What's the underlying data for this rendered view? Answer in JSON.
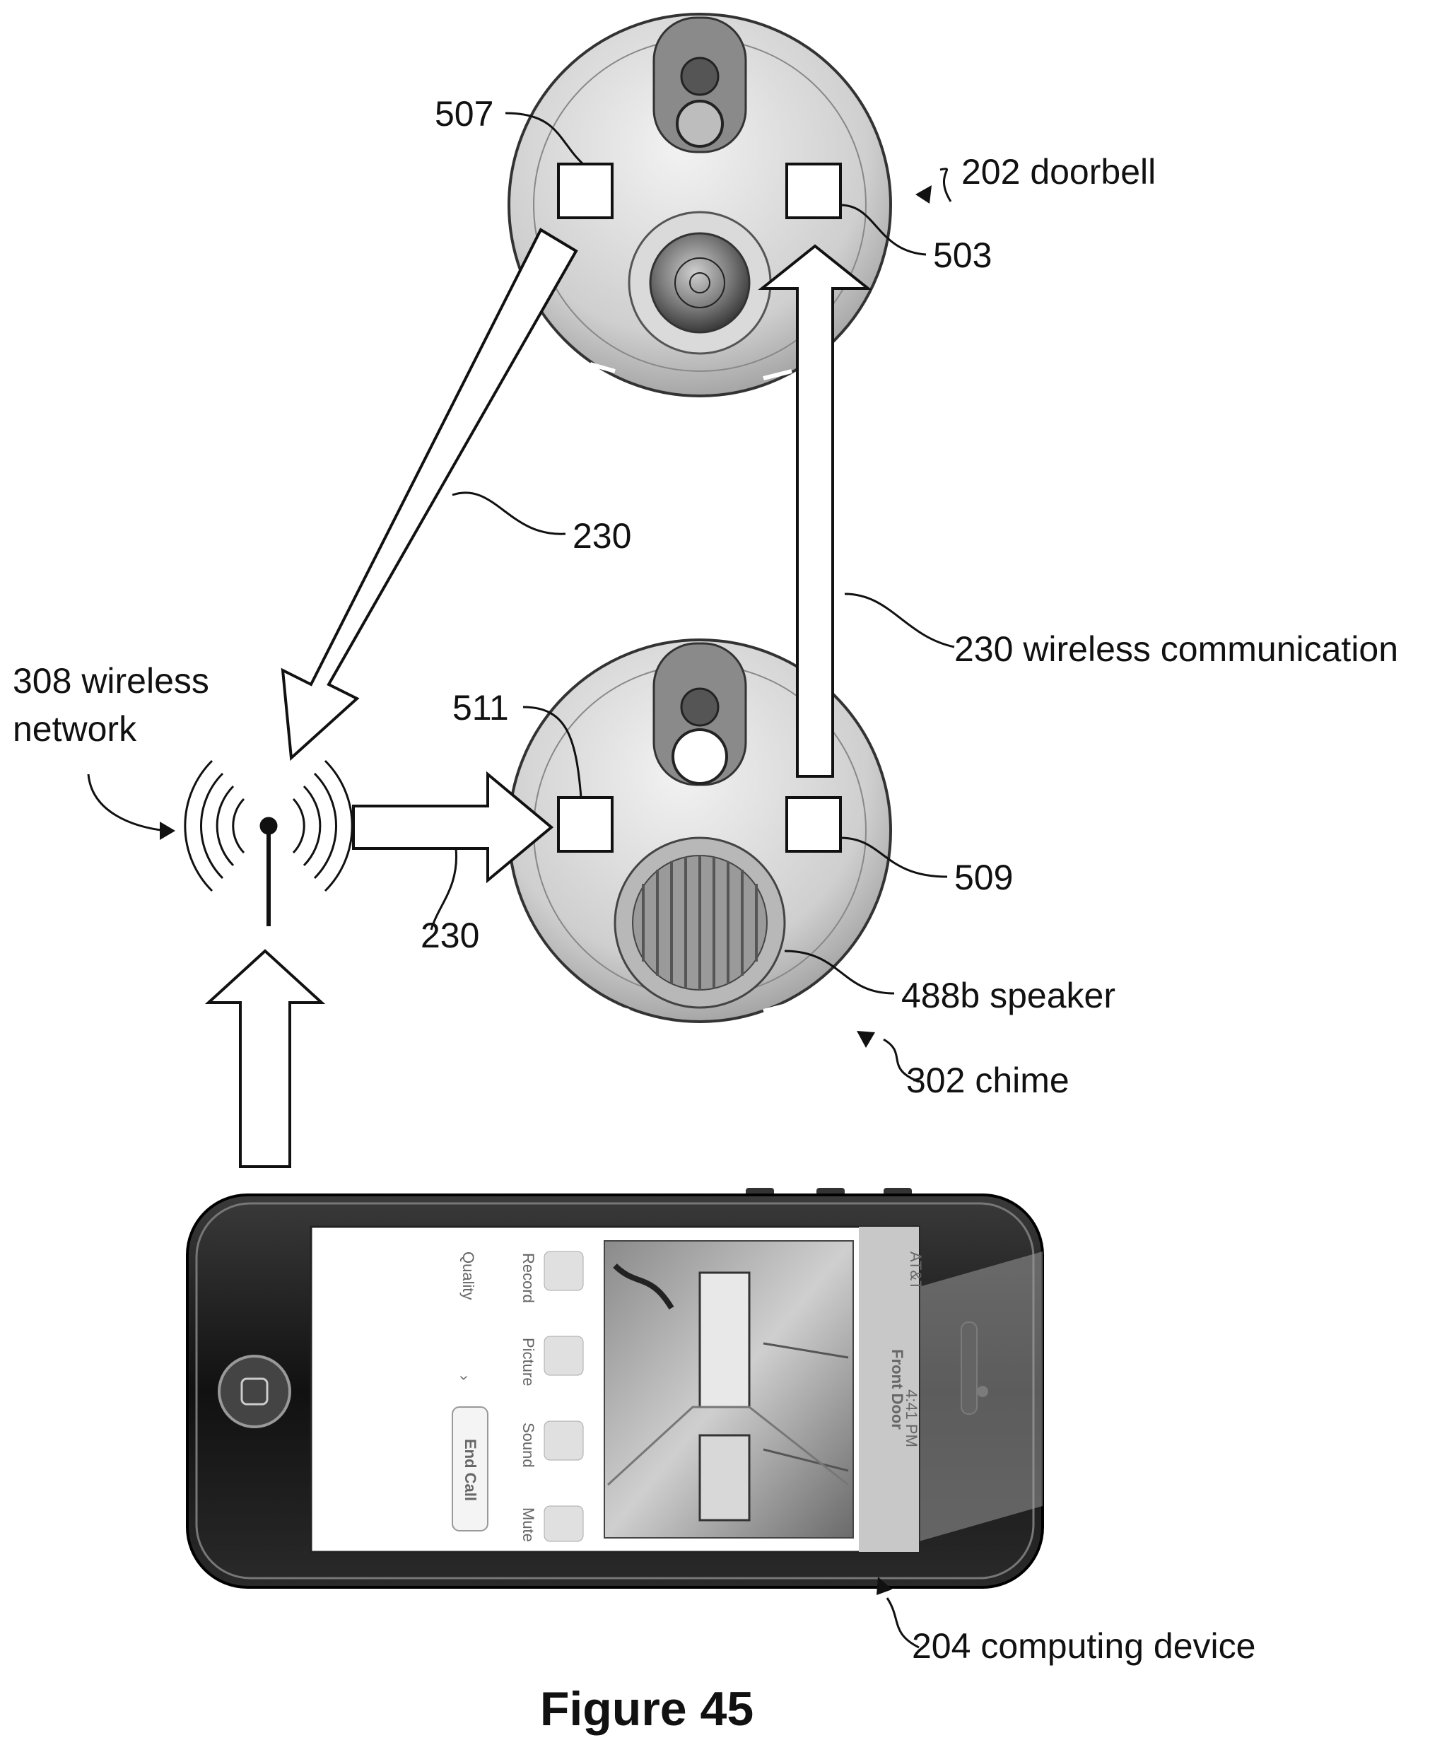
{
  "labels": {
    "doorbell_ref": "507",
    "doorbell": "202 doorbell",
    "doorbell_port": "503",
    "link_230_a": "230",
    "wireless_comm": "230 wireless communication",
    "network": "308 wireless",
    "network_line2": "network",
    "chime_ref": "511",
    "link_230_b": "230",
    "chime_port": "509",
    "speaker": "488b speaker",
    "chime": "302 chime",
    "computing_device": "204 computing device"
  },
  "phone_screen": {
    "title": "Front Door",
    "time": "4:41 PM",
    "carrier": "AT&T",
    "buttons": [
      "Record",
      "Picture",
      "Sound",
      "Mute"
    ],
    "end_call": "End Call",
    "quality": "Quality"
  },
  "caption": "Figure 45"
}
